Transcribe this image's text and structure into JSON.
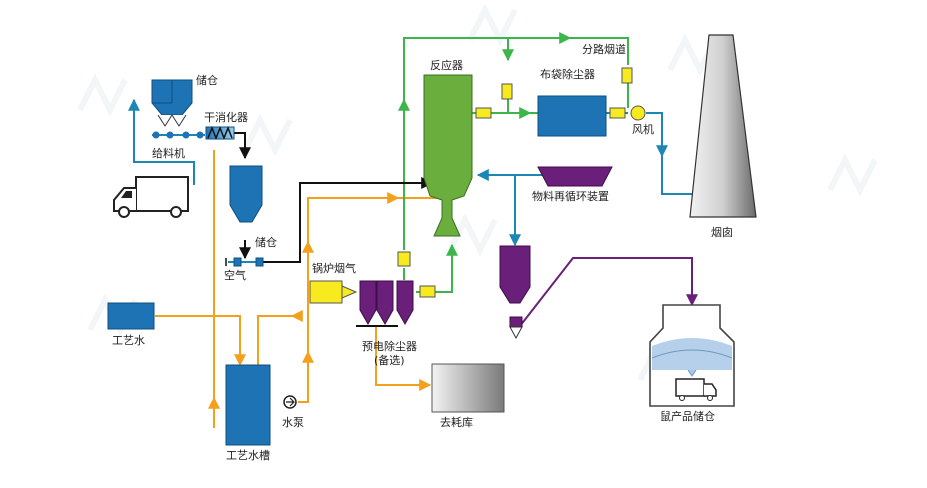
{
  "labels": {
    "storage_top": "储仓",
    "slaker": "干消化器",
    "feeder": "给料机",
    "storage_mid": "储仓",
    "air": "空气",
    "process_water": "工艺水",
    "water_tank": "工艺水槽",
    "pump": "水泵",
    "boiler_flue": "锅炉烟气",
    "pre_esp": "预电除尘器",
    "pre_esp_optional": "(备选)",
    "to_ash": "去耗库",
    "reactor": "反应器",
    "baghouse": "布袋除尘器",
    "bypass": "分路烟道",
    "fan": "风机",
    "chimney": "烟囱",
    "recirc": "物料再循环装置",
    "product_silo": "鼠产品储仓"
  },
  "colors": {
    "blue_fill": "#1e73b4",
    "green_fill": "#6aae3e",
    "purple_fill": "#6a1f7a",
    "yellow_fill": "#f7ea1e",
    "orange_line": "#f3a01c",
    "green_line": "#3cb54a",
    "blue_line": "#1c86b4",
    "purple_line": "#6a1f7a",
    "black_line": "#111111"
  }
}
